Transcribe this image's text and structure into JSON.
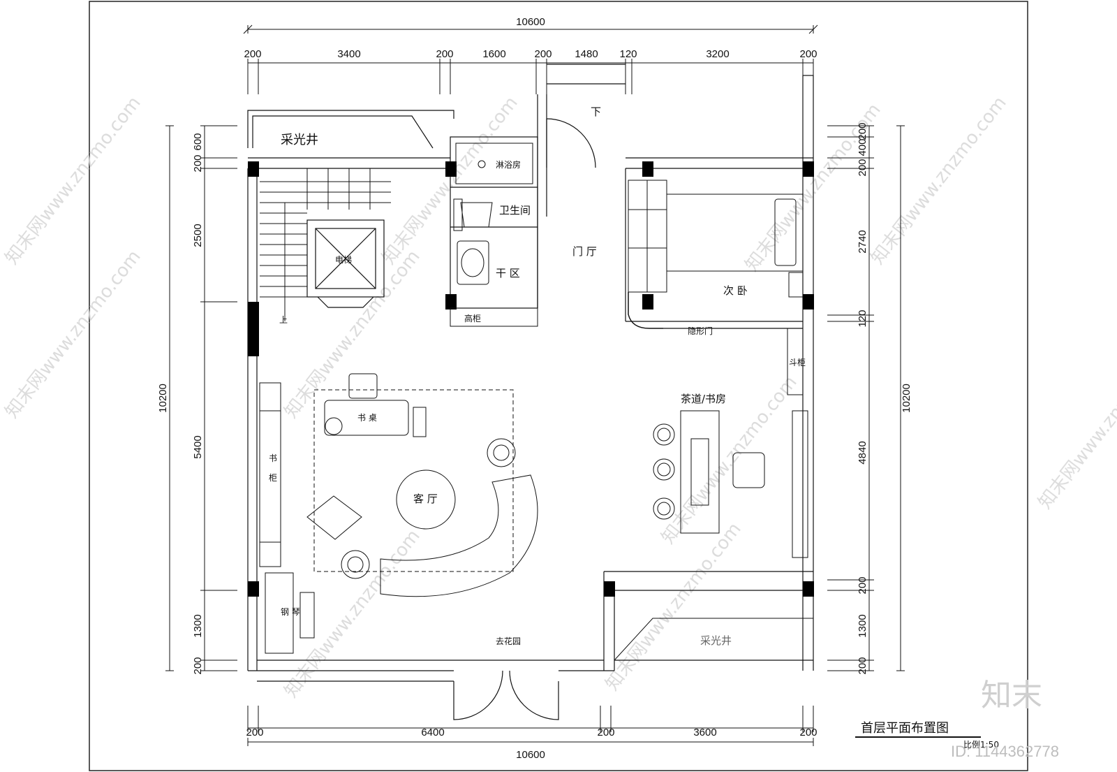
{
  "drawing": {
    "title": "首层平面布置图",
    "scale_label": "比例1:50",
    "brand_mark": "知末",
    "id_text": "ID: 1144362778",
    "watermark": "知末网www.znzmo.com"
  },
  "dimensions": {
    "top_total": "10600",
    "top_segments": [
      "200",
      "3400",
      "200",
      "1600",
      "200",
      "1480",
      "120",
      "3200",
      "200"
    ],
    "bottom_total": "10600",
    "bottom_segments": [
      "200",
      "6400",
      "200",
      "3600",
      "200"
    ],
    "left_total": "10200",
    "left_segments": [
      "600",
      "200",
      "2500",
      "5400",
      "1300",
      "200"
    ],
    "right_total": "10200",
    "right_segments": [
      "200",
      "400",
      "200",
      "2740",
      "120",
      "4840",
      "200",
      "1300",
      "200"
    ]
  },
  "rooms": {
    "skylight_top": "采光井",
    "shower": "淋浴房",
    "bathroom": "卫生间",
    "dry_zone": "干 区",
    "tall_cabinet": "高柜",
    "foyer": "门 厅",
    "down": "下",
    "up": "上",
    "elevator": "电梯",
    "second_bedroom": "次 卧",
    "hidden_door": "隐形门",
    "shoe_cabinet": "斗柜",
    "tea_study": "茶道/书房",
    "desk": "书 桌",
    "bookcase_1": "书",
    "bookcase_2": "柜",
    "living_room": "客 厅",
    "piano": "钢 琴",
    "to_garden": "去花园",
    "skylight_bottom": "采光井"
  }
}
